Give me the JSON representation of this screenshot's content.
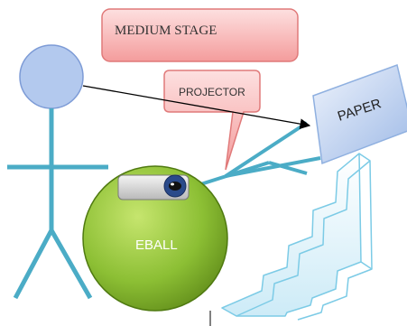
{
  "labels": {
    "stage": "MEDIUM STAGE",
    "projector": "PROJECTOR",
    "paper": "PAPER",
    "eball": "EBALL"
  },
  "colors": {
    "stick_head_fill": "#b3c9ee",
    "stick_head_stroke": "#7d9bd6",
    "stick_limb": "#4bacc6",
    "callout_fill_top": "#fde0e0",
    "callout_fill_bottom": "#f49c9c",
    "callout_stroke": "#e07a7a",
    "paper_fill_top": "#eef3fc",
    "paper_fill_bottom": "#9db9e6",
    "paper_stroke": "#8fb0e0",
    "eball_fill_light": "#b7dd59",
    "eball_fill_dark": "#5f8a19",
    "eball_stroke": "#4f7a10",
    "chart_fill": "#dff2fb",
    "chart_stroke": "#7ccbe6",
    "arrow": "#000000"
  },
  "icons": [
    "projector-icon"
  ]
}
